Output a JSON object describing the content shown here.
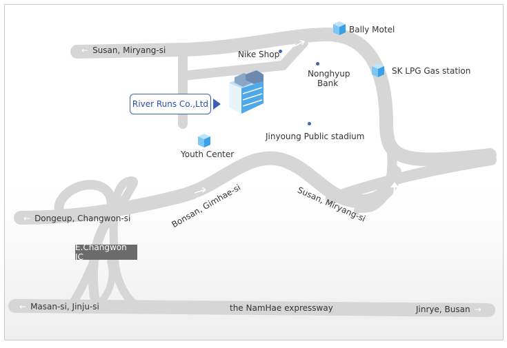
{
  "callout": {
    "company": "River Runs Co.,Ltd"
  },
  "interchange": {
    "label": "E.Changwon IC"
  },
  "roads": {
    "susan_miryang_top": "Susan, Miryang-si",
    "susan_miryang_lower": "Susan, Miryang-si",
    "bonsan_gimhae": "Bonsan, Gimhae-si",
    "dongeup_changwon": "Dongeup, Changwon-si",
    "masan_jinju": "Masan-si, Jinju-si",
    "expressway": "the NamHae expressway",
    "jinrye_busan": "Jinrye, Busan"
  },
  "places": {
    "bally_motel": "Bally Motel",
    "nike_shop": "Nike Shop",
    "nonghyup_bank_line1": "Nonghyup",
    "nonghyup_bank_line2": "Bank",
    "sk_lpg": "SK LPG Gas station",
    "youth_center": "Youth Center",
    "stadium": "Jinyoung Public stadium"
  },
  "colors": {
    "road": "#d6d6d6",
    "accent_blue": "#3b5fb5",
    "building_blue": "#4fa8e8",
    "badge_gray": "#6b6b6b"
  },
  "icons": [
    "building-icon",
    "cube-building-icon",
    "location-dot-icon",
    "arrow-left-icon",
    "arrow-right-icon"
  ]
}
